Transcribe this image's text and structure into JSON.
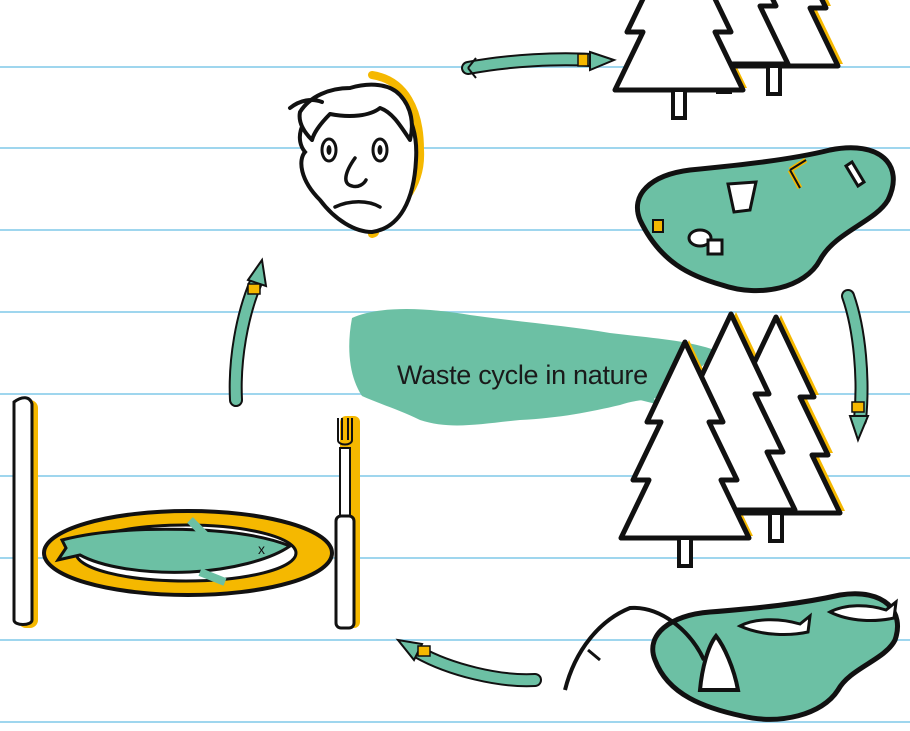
{
  "title": "Waste cycle in nature",
  "colors": {
    "teal": "#6cc0a4",
    "yellow": "#f5b800",
    "line": "#9fd6ee",
    "ink": "#111111",
    "paper": "#ffffff"
  },
  "nodes": [
    {
      "name": "worried-person",
      "icon": "worried-face-icon"
    },
    {
      "name": "polluted-lake",
      "icon": "forest-lake-litter-icon"
    },
    {
      "name": "fishing-lake",
      "icon": "forest-lake-fish-icon"
    },
    {
      "name": "fish-dinner",
      "icon": "plate-fish-cutlery-icon"
    }
  ],
  "arrows": [
    {
      "name": "arrow-person-to-lake",
      "icon": "arrow-right-icon"
    },
    {
      "name": "arrow-lake-to-fishing",
      "icon": "arrow-down-icon"
    },
    {
      "name": "arrow-fishing-to-plate",
      "icon": "arrow-left-icon"
    },
    {
      "name": "arrow-plate-to-person",
      "icon": "arrow-up-icon"
    }
  ]
}
